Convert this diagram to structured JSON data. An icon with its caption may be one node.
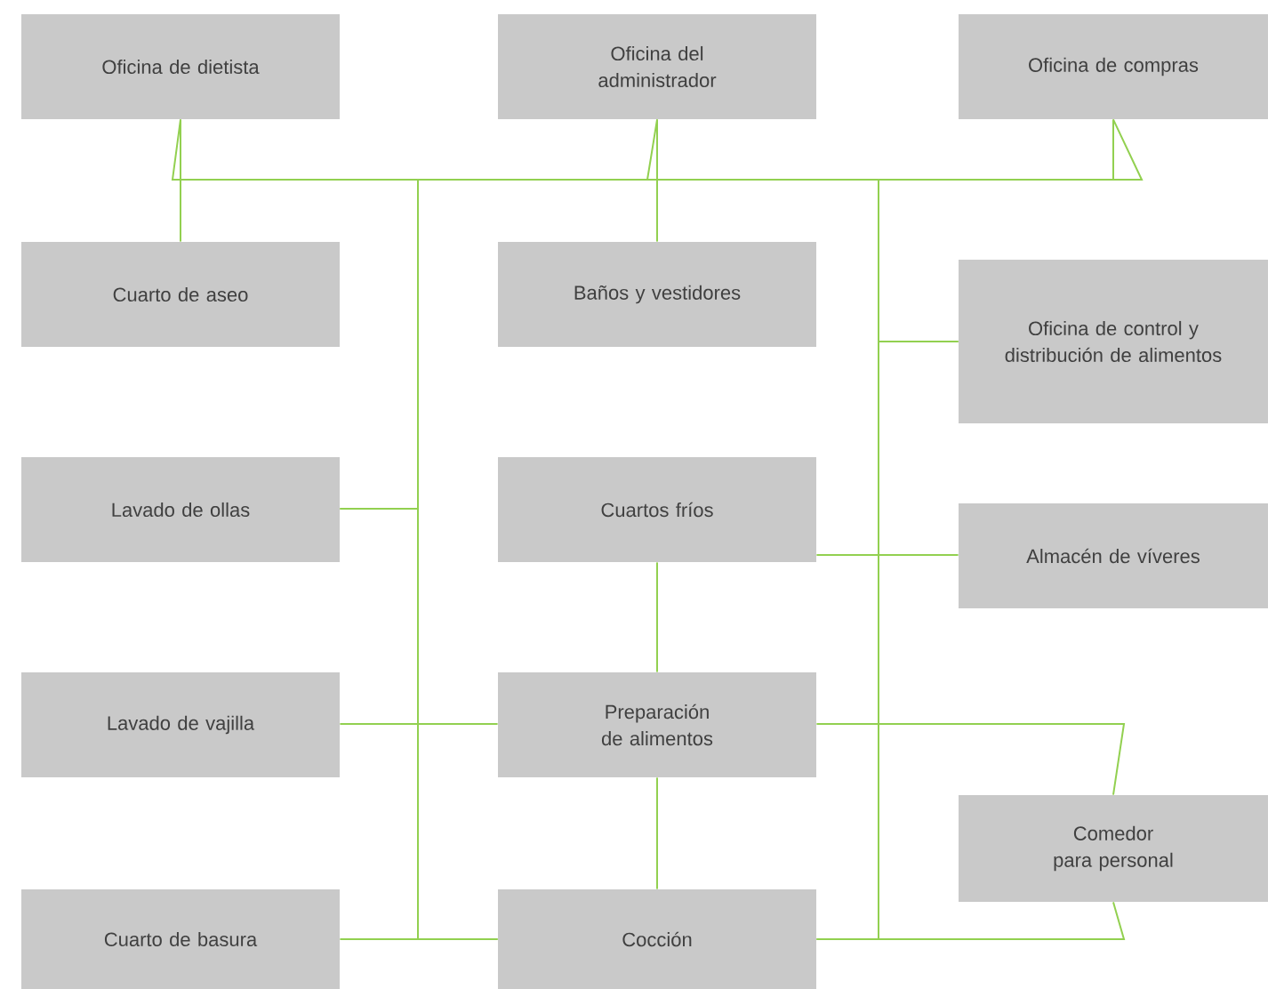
{
  "diagram": {
    "nodes": [
      {
        "text": [
          "Oficina de dietista"
        ]
      },
      {
        "text": [
          "Oficina del administrador"
        ]
      },
      {
        "text": [
          "Oficina de compras"
        ]
      },
      {
        "text": [
          "Cuarto de aseo"
        ]
      },
      {
        "text": [
          "Baños y vestidores"
        ]
      },
      {
        "text": [
          "Oficina de control y distribución de alimentos"
        ]
      },
      {
        "text": [
          "Lavado de ollas"
        ]
      },
      {
        "text": [
          "Cuartos fríos"
        ]
      },
      {
        "text": [
          "Almacén de víveres"
        ]
      },
      {
        "text": [
          "Lavado de vajilla"
        ]
      },
      {
        "text": [
          "Preparación de alimentos"
        ]
      },
      {
        "text": [
          "Comedor para personal"
        ]
      },
      {
        "text": [
          "Cuarto de basura"
        ]
      },
      {
        "text": [
          "Cocción"
        ]
      }
    ],
    "edges": [
      {
        "from": 0,
        "to": 3,
        "arrow": "none"
      },
      {
        "from": 1,
        "to": 4,
        "arrow": "none"
      },
      {
        "from": 0,
        "to": 2,
        "arrow": "none"
      },
      {
        "from": 1,
        "to": 6,
        "arrow": "none"
      },
      {
        "from": 6,
        "to": 13,
        "arrow": "none"
      },
      {
        "from": 12,
        "to": 13,
        "arrow": "none"
      },
      {
        "from": 9,
        "to": 10,
        "arrow": "none"
      },
      {
        "from": 7,
        "to": 8,
        "arrow": "none"
      },
      {
        "from": 7,
        "to": 10,
        "arrow": "none"
      },
      {
        "from": 10,
        "to": 13,
        "arrow": "none"
      },
      {
        "from": 10,
        "to": 11,
        "arrow": "none"
      },
      {
        "from": 11,
        "to": 13,
        "arrow": "none"
      },
      {
        "from": 2,
        "to": 5,
        "arrow": "none"
      },
      {
        "from": 5,
        "to": 13,
        "arrow": "none"
      }
    ]
  }
}
